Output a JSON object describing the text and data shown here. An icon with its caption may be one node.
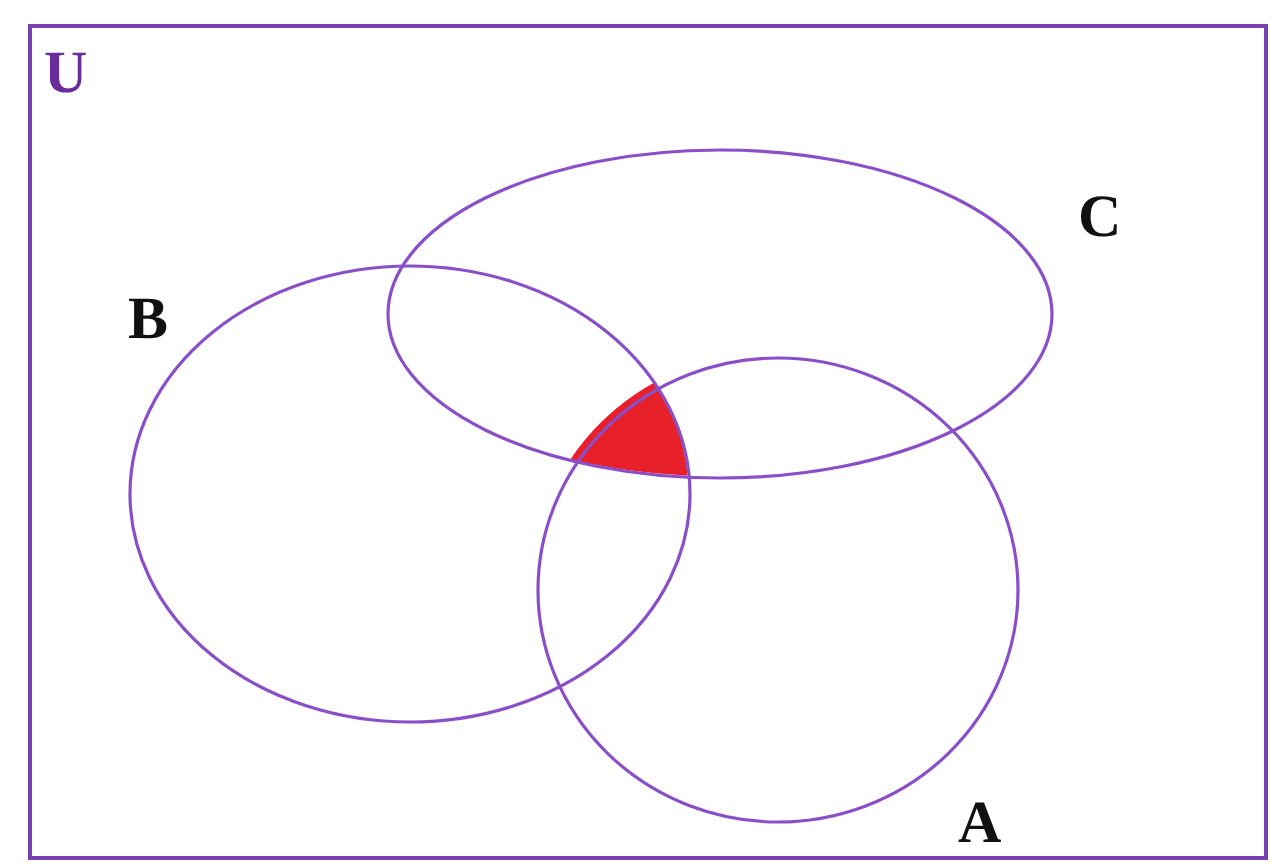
{
  "diagram": {
    "nodes": [
      {
        "text": [
          "U"
        ]
      },
      {
        "text": [
          "C"
        ],
        "in": 0
      },
      {
        "text": [
          "B"
        ],
        "in": 0
      },
      {
        "text": [
          "A"
        ],
        "in": 0
      }
    ]
  }
}
